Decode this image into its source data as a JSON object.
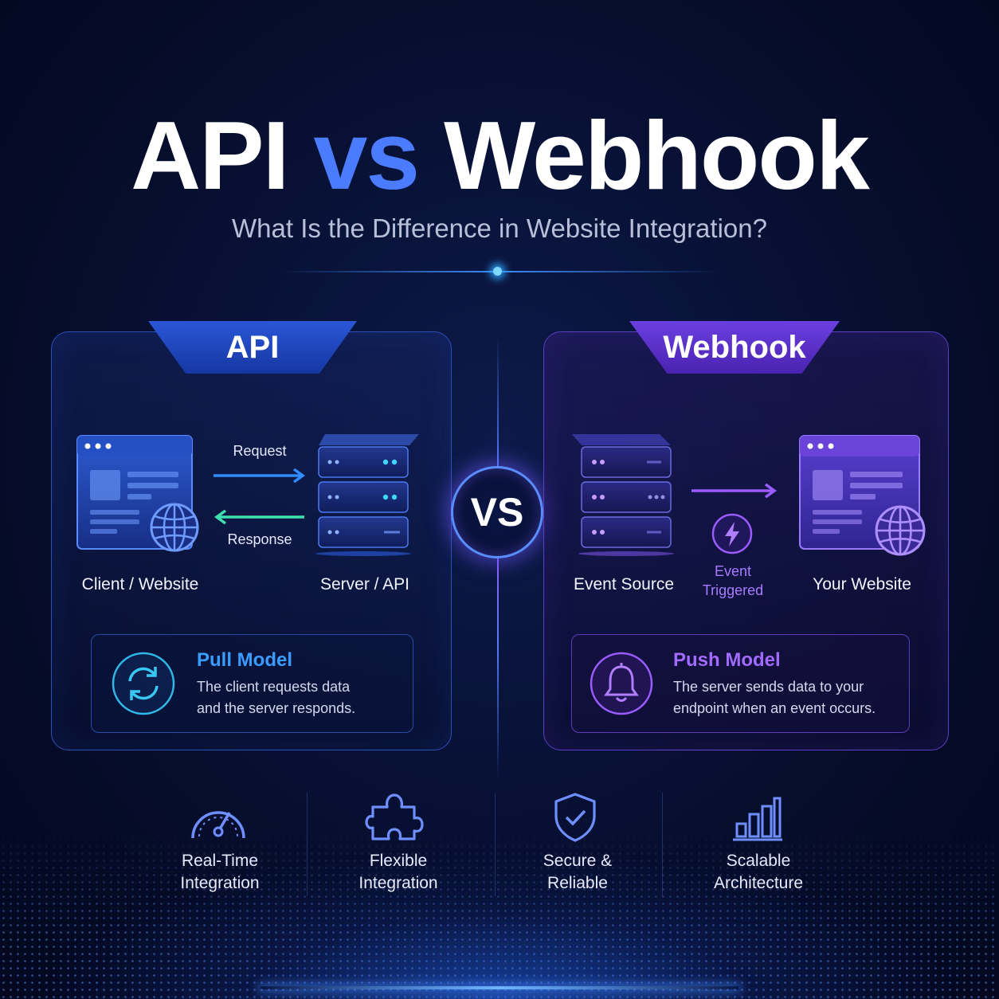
{
  "header": {
    "title_part1": "API",
    "title_part2": "vs",
    "title_part3": "Webhook",
    "subtitle": "What Is the Difference in Website Integration?"
  },
  "api_panel": {
    "tab_label": "API",
    "client_label": "Client / Website",
    "server_label": "Server / API",
    "request_label": "Request",
    "response_label": "Response",
    "model_title": "Pull Model",
    "model_desc_line1": "The client requests data",
    "model_desc_line2": "and the server responds.",
    "icons": [
      "browser-window-icon",
      "globe-icon",
      "server-rack-icon",
      "sync-arrows-icon"
    ]
  },
  "center": {
    "vs_label": "VS"
  },
  "webhook_panel": {
    "tab_label": "Webhook",
    "source_label": "Event Source",
    "website_label": "Your Website",
    "event_label_line1": "Event",
    "event_label_line2": "Triggered",
    "model_title": "Push Model",
    "model_desc_line1": "The server sends data to your",
    "model_desc_line2": "endpoint when an event occurs.",
    "icons": [
      "server-rack-icon",
      "lightning-icon",
      "browser-window-icon",
      "globe-icon",
      "bell-icon"
    ]
  },
  "features": [
    {
      "line1": "Real-Time",
      "line2": "Integration",
      "icon": "speedometer-icon"
    },
    {
      "line1": "Flexible",
      "line2": "Integration",
      "icon": "puzzle-icon"
    },
    {
      "line1": "Secure &",
      "line2": "Reliable",
      "icon": "shield-check-icon"
    },
    {
      "line1": "Scalable",
      "line2": "Architecture",
      "icon": "bar-chart-icon"
    }
  ],
  "colors": {
    "background": "#060d2e",
    "api_accent": "#2f8cff",
    "webhook_accent": "#9b5cff",
    "response_arrow": "#3fe0b0",
    "title_vs": "#4b7bff"
  }
}
